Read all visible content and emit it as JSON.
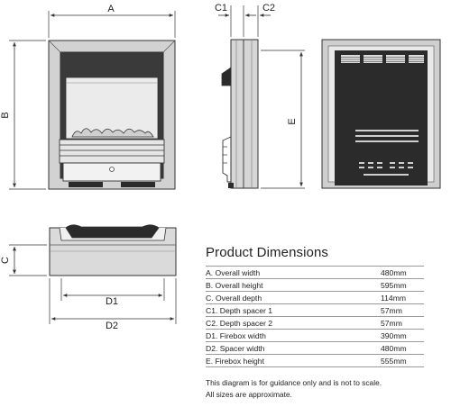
{
  "dimension_labels": {
    "a": "A",
    "b": "B",
    "c": "C",
    "c1": "C1",
    "c2": "C2",
    "e": "E",
    "d1": "D1",
    "d2": "D2"
  },
  "spec": {
    "title": "Product Dimensions",
    "rows": [
      {
        "label": "A. Overall width",
        "value": "480mm"
      },
      {
        "label": "B. Overall height",
        "value": "595mm"
      },
      {
        "label": "C. Overall depth",
        "value": "114mm"
      },
      {
        "label": "C1. Depth spacer 1",
        "value": "57mm"
      },
      {
        "label": "C2. Depth spacer 2",
        "value": "57mm"
      },
      {
        "label": "D1. Firebox width",
        "value": "390mm"
      },
      {
        "label": "D2. Spacer width",
        "value": "480mm"
      },
      {
        "label": "E. Firebox height",
        "value": "555mm"
      }
    ],
    "note_line1": "This diagram is for guidance only and is not to scale.",
    "note_line2": "All sizes are approximate."
  },
  "colors": {
    "line": "#333333",
    "frame_grey": "#c9c9c9",
    "panel_dark": "#2b2b2b",
    "vent_light": "#e0e0e0"
  }
}
